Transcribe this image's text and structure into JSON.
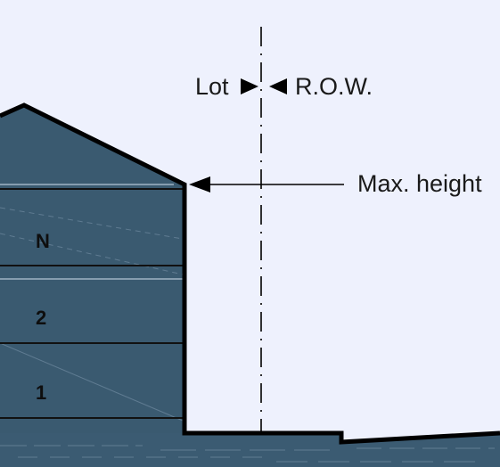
{
  "labels": {
    "lot": "Lot",
    "row": "R.O.W.",
    "max_height": "Max. height"
  },
  "floors": [
    "N",
    "2",
    "1"
  ],
  "colors": {
    "background": "#eef1fd",
    "building_fill": "#3a5a70",
    "ground_fill": "#3b5b72",
    "outline": "#000000",
    "floor_line": "#111111",
    "text": "#1a1a1a"
  }
}
